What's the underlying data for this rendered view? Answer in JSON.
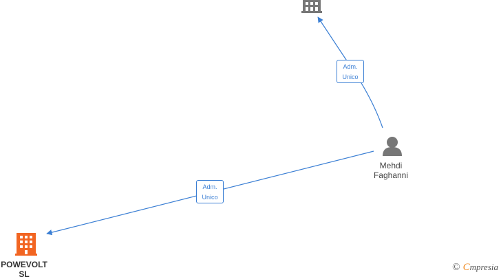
{
  "person": {
    "name_line1": "Mehdi",
    "name_line2": "Faghanni",
    "icon": "person-icon"
  },
  "companies": [
    {
      "id": "top-company",
      "name_line1": "",
      "name_line2": "",
      "icon": "building-icon",
      "color": "#777777"
    },
    {
      "id": "powevolt",
      "name_line1": "POWEVOLT",
      "name_line2": "SL",
      "icon": "building-icon",
      "color": "#f26522"
    }
  ],
  "edges": [
    {
      "from": "person",
      "to": "top-company",
      "label_line1": "Adm.",
      "label_line2": "Unico"
    },
    {
      "from": "person",
      "to": "powevolt",
      "label_line1": "Adm.",
      "label_line2": "Unico"
    }
  ],
  "colors": {
    "edge": "#3b7fd4",
    "person": "#777777"
  },
  "brand": {
    "copyright": "©",
    "name_initial": "C",
    "name_rest": "mpresia"
  }
}
